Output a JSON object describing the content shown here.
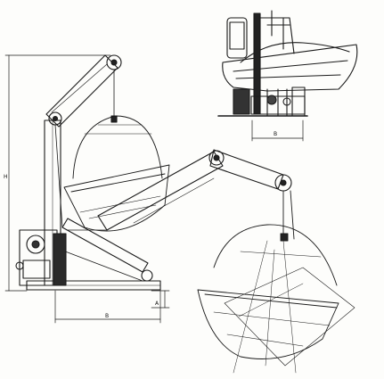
{
  "drawing": {
    "subject": "davit-launching-system",
    "ink_color": "#1a1a1a",
    "paper_color": "#fdfdfb",
    "dimension_labels": {
      "height": "H",
      "base_width": "B",
      "base_offset": "A",
      "inset_width": "B"
    }
  }
}
